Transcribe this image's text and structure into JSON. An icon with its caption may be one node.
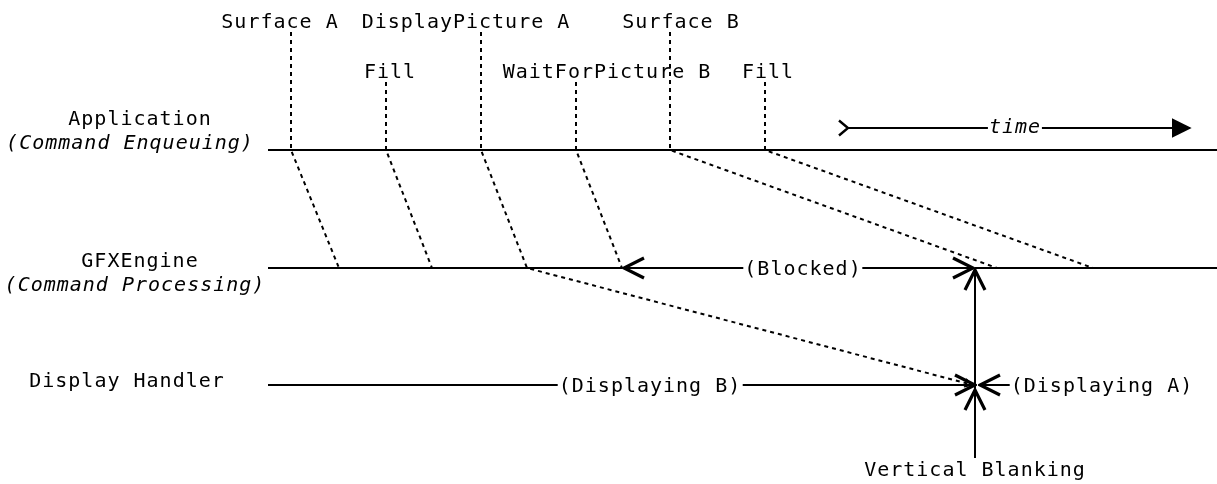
{
  "diagram": {
    "nodes": [
      {
        "text": [
          "Surface A"
        ]
      },
      {
        "text": [
          "Fill"
        ]
      },
      {
        "text": [
          "DisplayPicture A"
        ]
      },
      {
        "text": [
          "WaitForPicture B"
        ]
      },
      {
        "text": [
          "Surface B"
        ]
      },
      {
        "text": [
          "Fill"
        ]
      },
      {
        "text": [
          "Vertical Blanking"
        ]
      }
    ],
    "edges": [
      {
        "from": 0,
        "to": null,
        "arrow": "none",
        "style": "dashed"
      },
      {
        "from": 1,
        "to": null,
        "arrow": "none",
        "style": "dashed"
      },
      {
        "from": 2,
        "to": null,
        "arrow": "to",
        "style": "dashed"
      },
      {
        "from": 3,
        "to": null,
        "arrow": "none",
        "style": "dashed"
      },
      {
        "from": 4,
        "to": null,
        "arrow": "none",
        "style": "dashed"
      },
      {
        "from": 5,
        "to": null,
        "arrow": "none",
        "style": "dashed"
      },
      {
        "from": 6,
        "to": null,
        "arrow": "to"
      }
    ],
    "labels": [
      "Application",
      "(Command Enqueuing)",
      "GFXEngine",
      "(Command Processing)",
      "Display Handler",
      "time",
      "(Blocked)",
      "(Displaying B)",
      "(Displaying A)"
    ]
  }
}
